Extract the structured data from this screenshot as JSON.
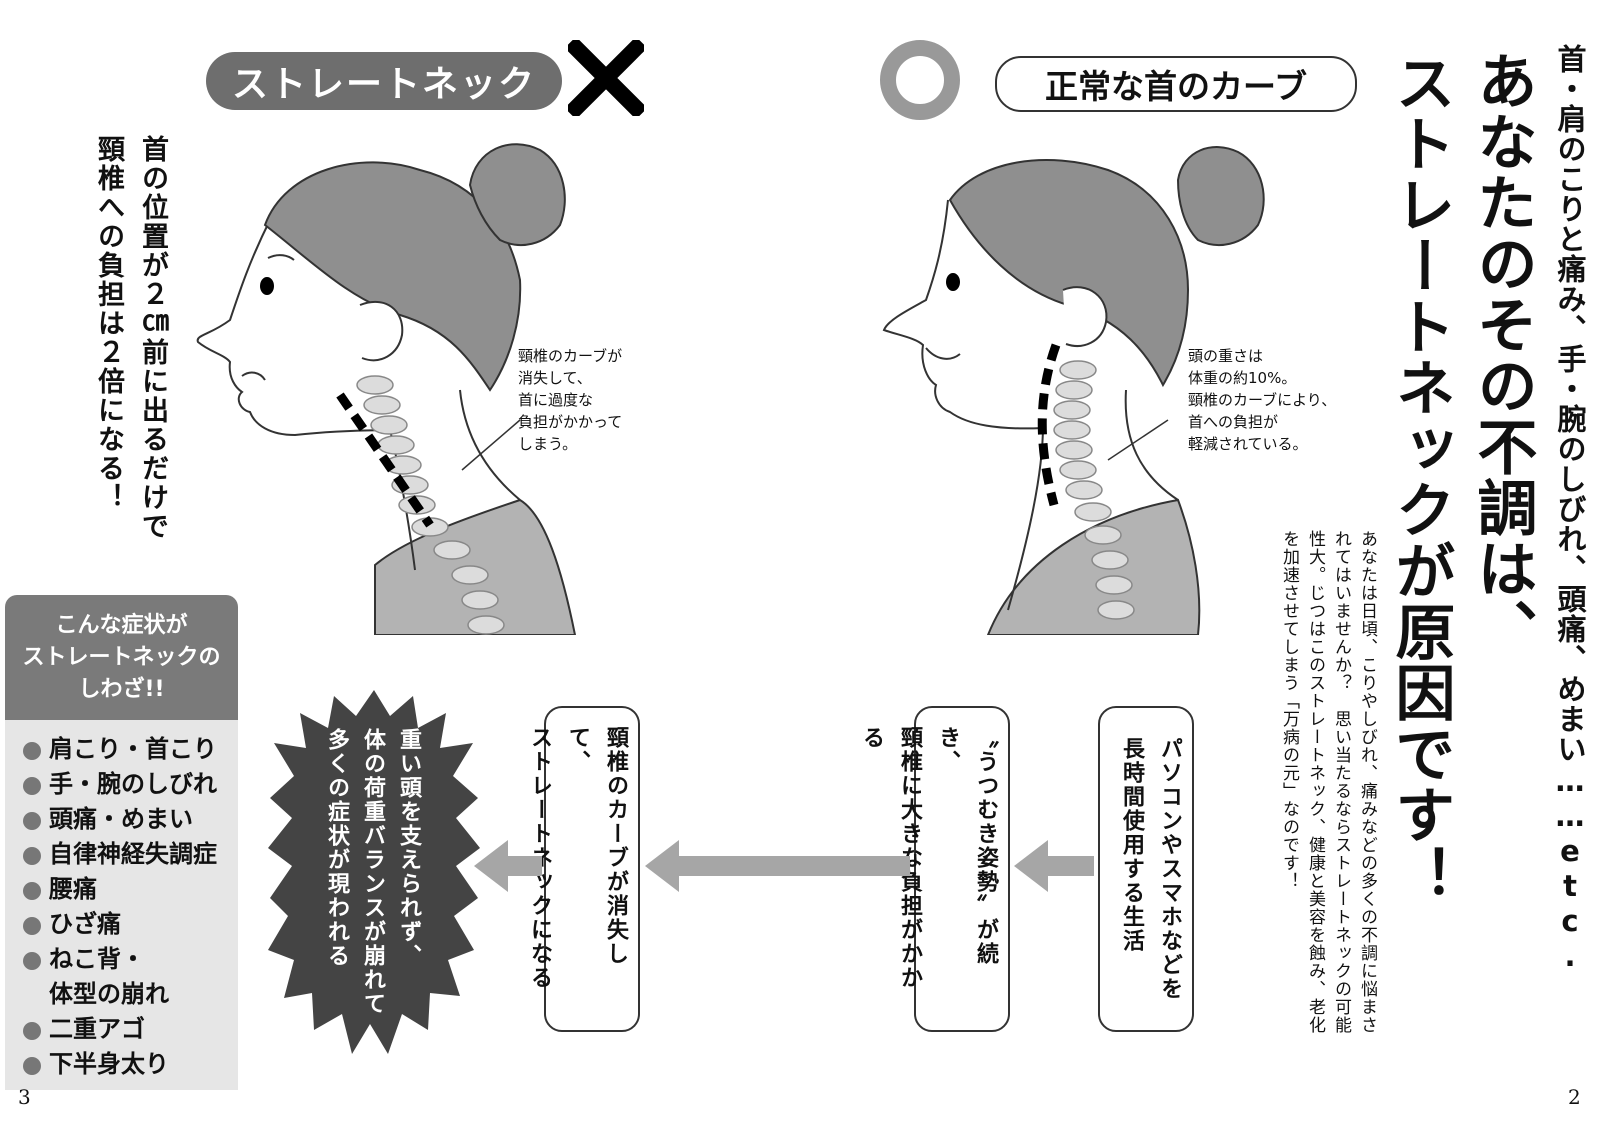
{
  "left_page": {
    "section_label": "ストレートネック",
    "statement_lines": [
      "首の位置が２㎝前に出るだけで",
      "頸椎への負担は２倍になる！"
    ],
    "illustration_callout": [
      "頸椎のカーブが",
      "消失して、",
      "首に過度な",
      "負担がかかって",
      "しまう。"
    ],
    "symptom_panel": {
      "title_lines": [
        "こんな症状が",
        "ストレートネックの",
        "しわざ!!"
      ],
      "items": [
        "肩こり・首こり",
        "手・腕のしびれ",
        "頭痛・めまい",
        "自律神経失調症",
        "腰痛",
        "ひざ痛",
        "ねこ背・",
        "体型の崩れ",
        "二重アゴ",
        "下半身太り"
      ]
    },
    "page_number": "3"
  },
  "right_page": {
    "section_label": "正常な首のカーブ",
    "sub_headline": "首・肩のこりと痛み、手・腕のしびれ、頭痛、めまい……etc.",
    "headline_lines": [
      "あなたのその不調は、",
      "ストレートネックが原因です！"
    ],
    "body_lines": [
      "あなたは日頃、こりやしびれ、痛みなどの多くの不調に悩まさ",
      "れてはいませんか？　思い当たるならストレートネックの可能",
      "性大。じつはこのストレートネック、健康と美容を蝕み、老化",
      "を加速させてしまう「万病の元」なのです！"
    ],
    "illustration_callout": [
      "頭の重さは",
      "体重の約10%。",
      "頸椎のカーブにより、",
      "首への負担が",
      "軽減されている。"
    ],
    "page_number": "2"
  },
  "flow": {
    "steps": [
      [
        "パソコンやスマホなどを",
        "長時間使用する生活"
      ],
      [
        "〝うつむき姿勢〟が続き、",
        "頸椎に大きな負担がかかる"
      ],
      [
        "頸椎のカーブが消失して、",
        "ストレートネックになる"
      ]
    ],
    "result": [
      "重い頭を支えられず、",
      "体の荷重バランスが崩れて",
      "多くの症状が現われる"
    ]
  },
  "colors": {
    "dark_gray": "#6e6e6e",
    "panel_gray": "#e6e6e6",
    "arrow_gray": "#a6a6a6",
    "spine_gray": "#dcdcdc"
  }
}
